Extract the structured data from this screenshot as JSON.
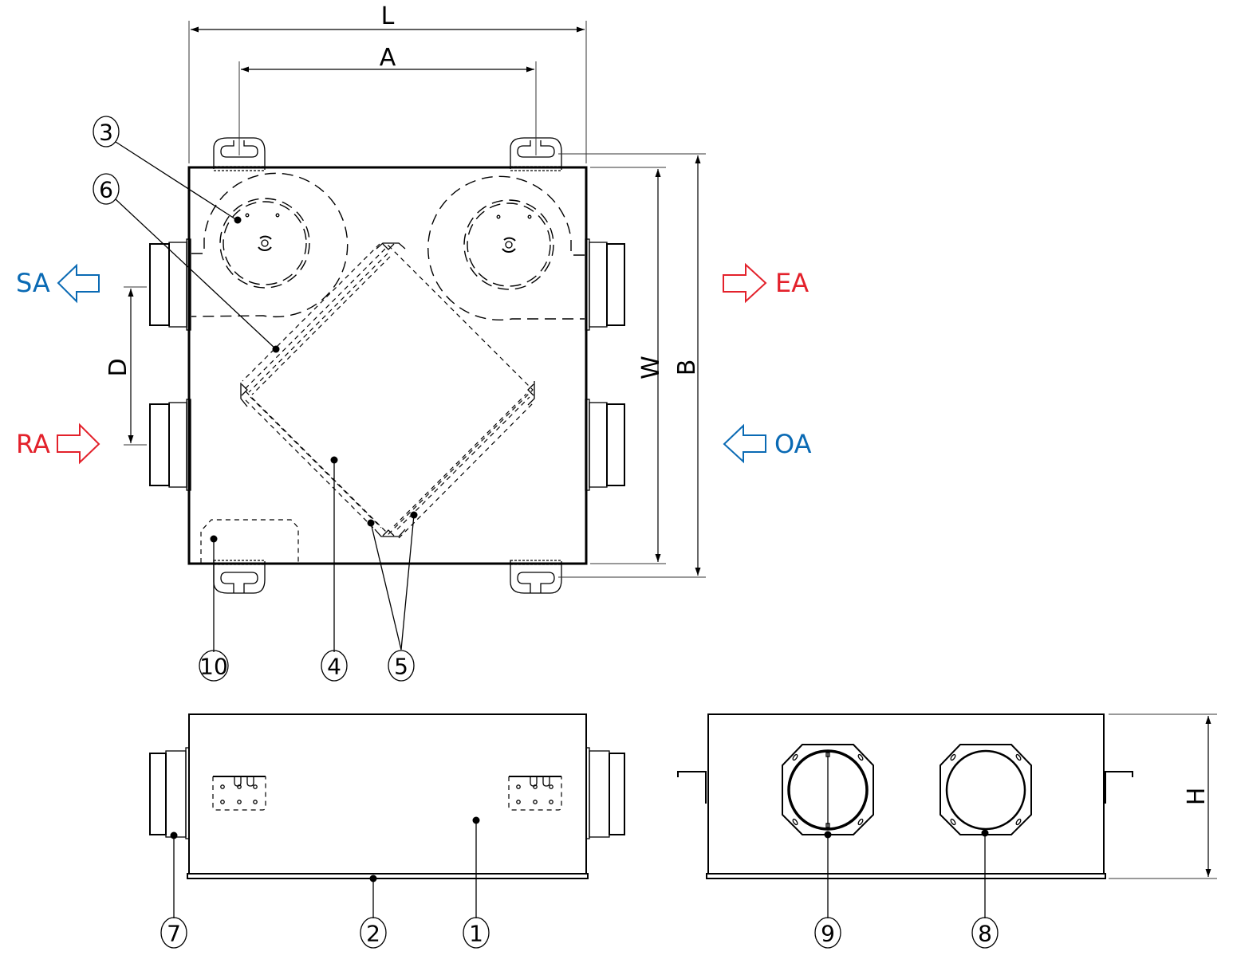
{
  "colors": {
    "supply_blue": "#0a6ab4",
    "extract_red": "#e3212b",
    "line": "#000000"
  },
  "dimensions": {
    "L": "L",
    "A": "A",
    "W": "W",
    "B": "B",
    "D": "D",
    "H": "H"
  },
  "airflows": {
    "SA": {
      "label": "SA",
      "direction": "left",
      "color": "blue"
    },
    "RA": {
      "label": "RA",
      "direction": "right",
      "color": "red"
    },
    "EA": {
      "label": "EA",
      "direction": "right",
      "color": "red"
    },
    "OA": {
      "label": "OA",
      "direction": "left",
      "color": "blue"
    }
  },
  "callouts": {
    "c1": "1",
    "c2": "2",
    "c3": "3",
    "c4": "4",
    "c5": "5",
    "c6": "6",
    "c7": "7",
    "c8": "8",
    "c9": "9",
    "c10": "10"
  },
  "views": [
    "top-view",
    "side-view",
    "end-view"
  ]
}
